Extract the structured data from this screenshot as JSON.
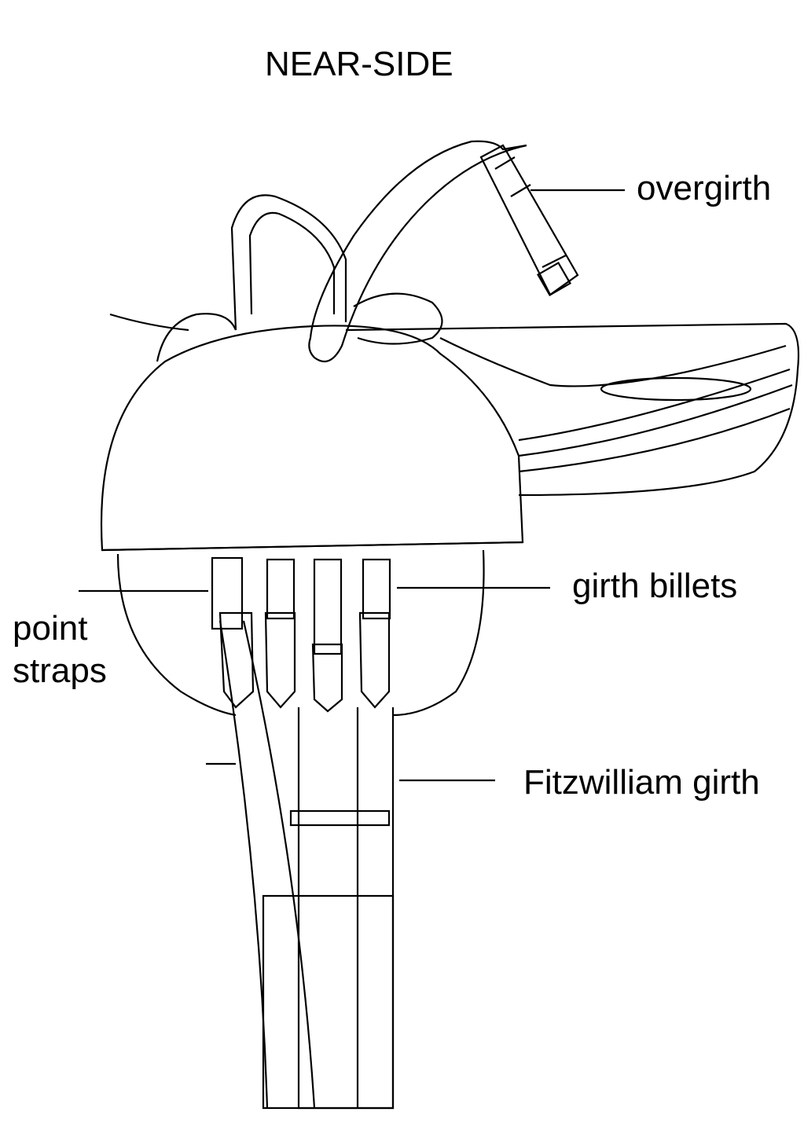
{
  "title": "NEAR-SIDE",
  "labels": {
    "overgirth": "overgirth",
    "girth_billets": "girth billets",
    "point_straps_line1": "point",
    "point_straps_line2": "straps",
    "fitzwilliam_girth": "Fitzwilliam girth"
  }
}
